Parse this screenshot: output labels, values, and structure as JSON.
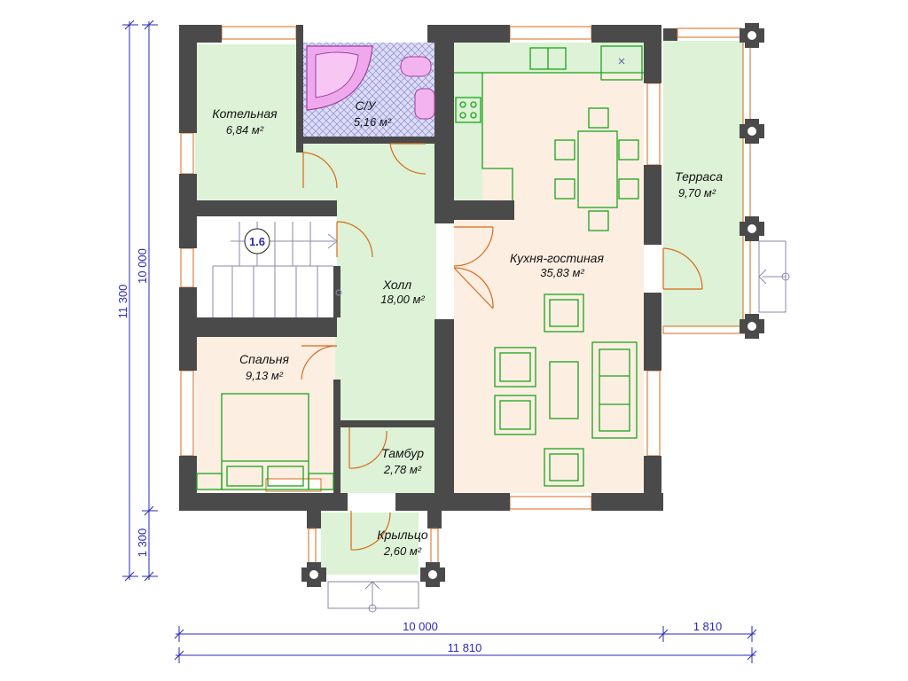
{
  "rooms": [
    {
      "key": "kotelnaya",
      "name": "Котельная",
      "area": "6,84 м²"
    },
    {
      "key": "su",
      "name": "С/У",
      "area": "5,16 м²"
    },
    {
      "key": "terrasa",
      "name": "Терраса",
      "area": "9,70 м²"
    },
    {
      "key": "kuhnya",
      "name": "Кухня-гостиная",
      "area": "35,83 м²"
    },
    {
      "key": "holl",
      "name": "Холл",
      "area": "18,00 м²"
    },
    {
      "key": "spalnya",
      "name": "Спальня",
      "area": "9,13 м²"
    },
    {
      "key": "tambur",
      "name": "Тамбур",
      "area": "2,78 м²"
    },
    {
      "key": "krylco",
      "name": "Крыльцо",
      "area": "2,60 м²"
    }
  ],
  "stair_label": "1.6",
  "dimensions": {
    "bottom_main": "10 000",
    "bottom_terrace": "1 810",
    "bottom_total": "11 810",
    "left_total": "11 300",
    "left_main": "10 000",
    "left_porch": "1 300"
  },
  "colors": {
    "wall": "#4a4a4a",
    "room_green": "#ddf2d6",
    "room_peach": "#fdeee2",
    "bath_tile": "#c8c8ee",
    "dimension": "#2a2ab5",
    "door": "#d86a1a",
    "furniture": "#1aa51a"
  }
}
